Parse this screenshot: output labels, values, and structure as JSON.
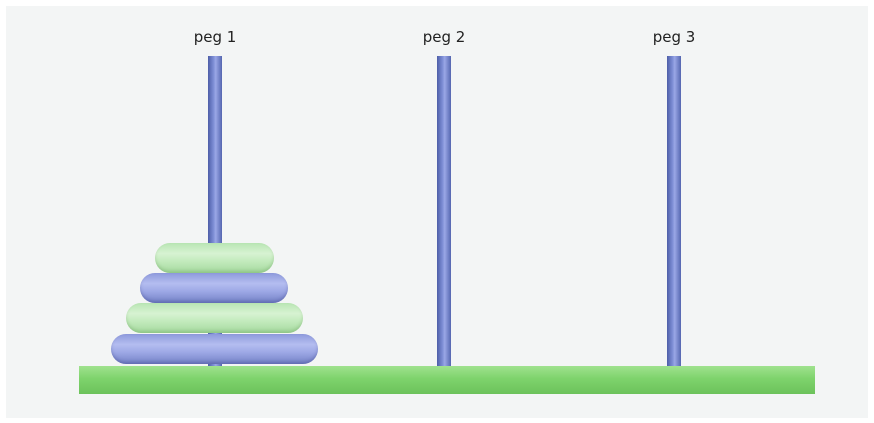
{
  "pegs": [
    {
      "label": "peg 1"
    },
    {
      "label": "peg 2"
    },
    {
      "label": "peg 3"
    }
  ],
  "disks_on_peg_1": [
    {
      "size_rank": 4,
      "color": "#9ea9e6"
    },
    {
      "size_rank": 3,
      "color": "#c3ebbd"
    },
    {
      "size_rank": 2,
      "color": "#9ea9e6"
    },
    {
      "size_rank": 1,
      "color": "#c3ebbd"
    }
  ],
  "colors": {
    "rod": "#6f7fca",
    "base": "#7ed36c",
    "background": "#f3f5f5"
  }
}
